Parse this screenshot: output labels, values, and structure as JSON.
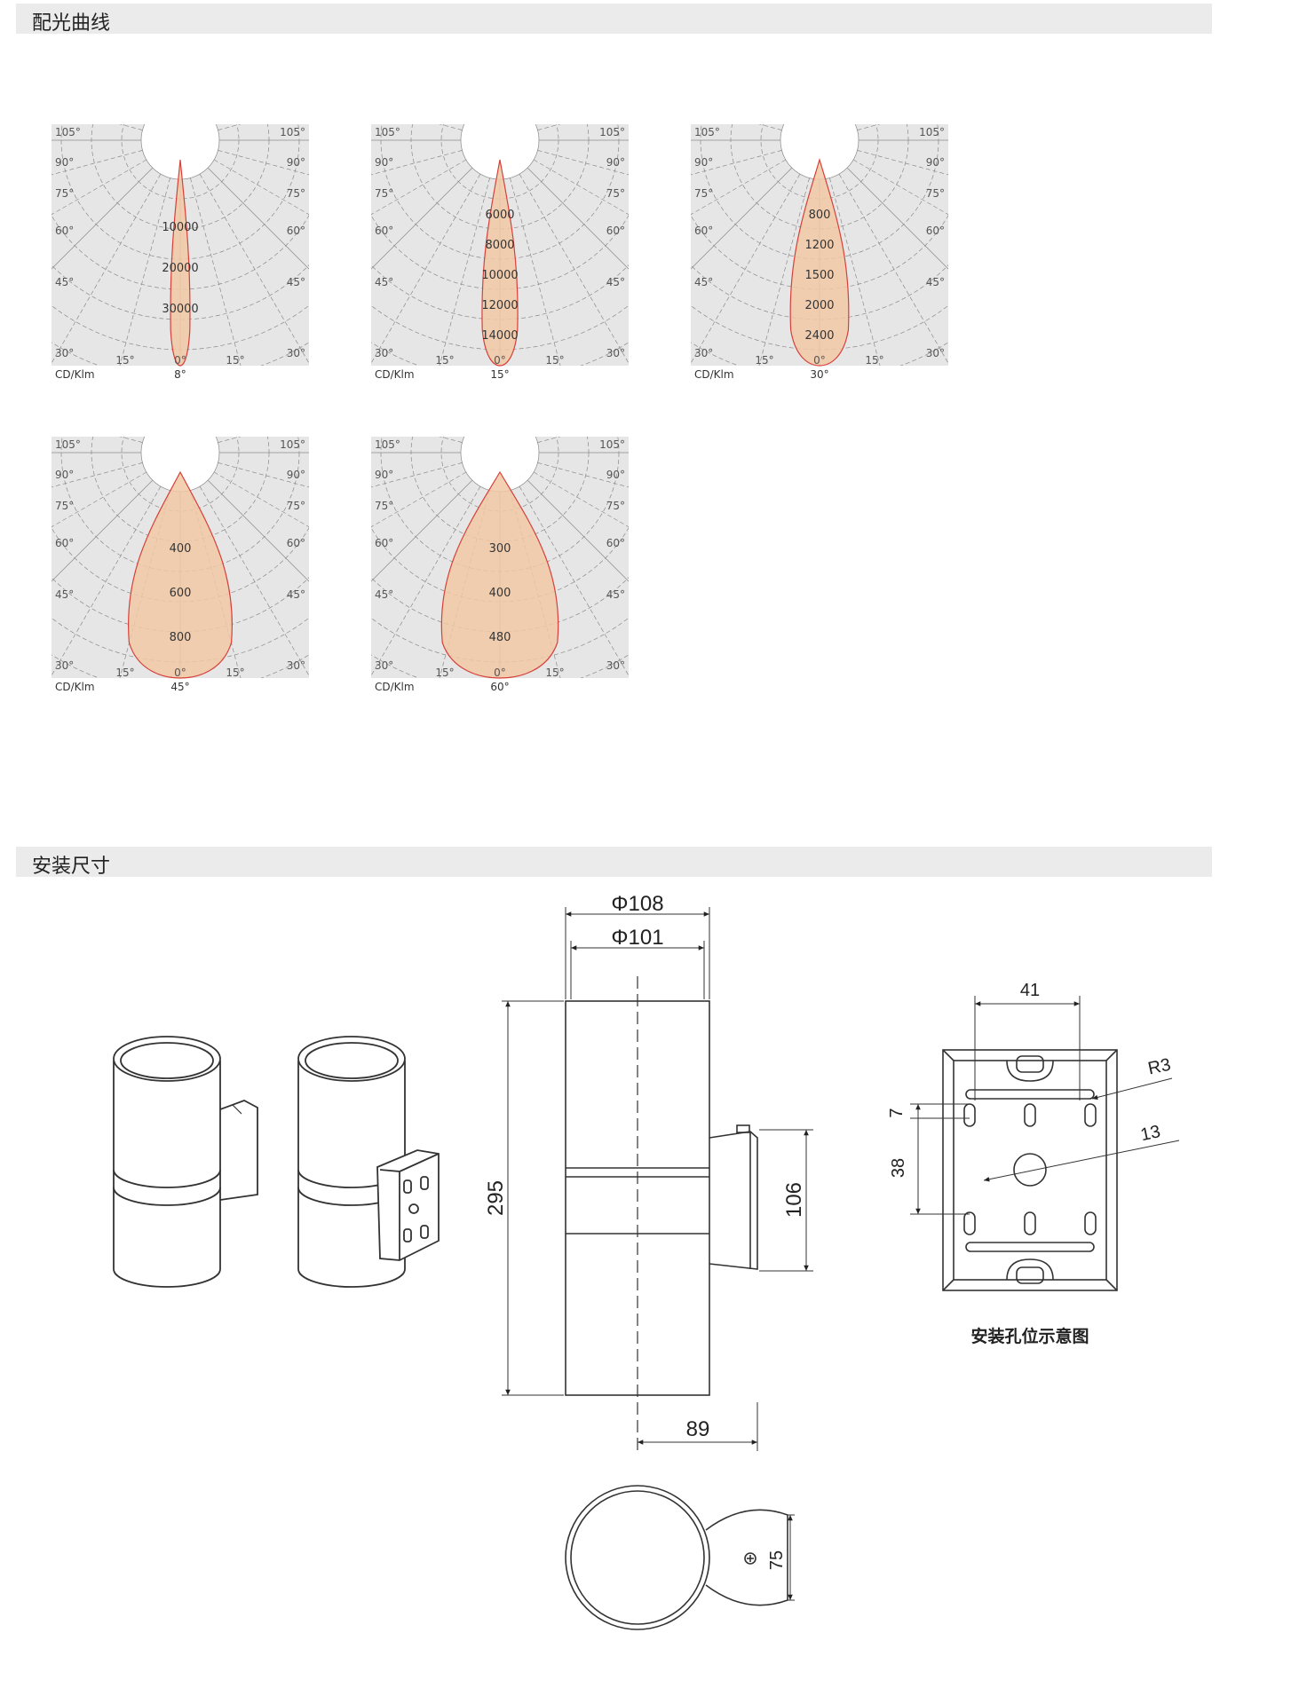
{
  "sections": {
    "light_curve_title": "配光曲线",
    "dimensions_title": "安装尺寸"
  },
  "polar_common": {
    "unit_label": "CD/Klm",
    "angle_labels": [
      "105°",
      "90°",
      "75°",
      "60°",
      "45°",
      "30°"
    ],
    "bottom_labels": [
      "15°",
      "0°",
      "15°"
    ]
  },
  "polar_charts": [
    {
      "beam_label": "8°",
      "rings": [
        "10000",
        "20000",
        "30000"
      ]
    },
    {
      "beam_label": "15°",
      "rings": [
        "6000",
        "8000",
        "10000",
        "12000",
        "14000"
      ]
    },
    {
      "beam_label": "30°",
      "rings": [
        "800",
        "1200",
        "1500",
        "2000",
        "2400"
      ]
    },
    {
      "beam_label": "45°",
      "rings": [
        "400",
        "600",
        "800"
      ]
    },
    {
      "beam_label": "60°",
      "rings": [
        "300",
        "400",
        "480"
      ]
    }
  ],
  "dimensions": {
    "outer_diameter": "Φ108",
    "inner_diameter": "Φ101",
    "height": "295",
    "bracket_height": "106",
    "depth": "89",
    "base_width": "75",
    "hole_spacing": "41",
    "radius": "R3",
    "slot_length": "7",
    "hole_distance": "38",
    "center_hole": "13"
  },
  "mount_caption": "安装孔位示意图",
  "colors": {
    "chart_bg": "#e6e6e6",
    "lobe_fill": "#f2c8a4",
    "lobe_stroke": "#d6403a"
  }
}
